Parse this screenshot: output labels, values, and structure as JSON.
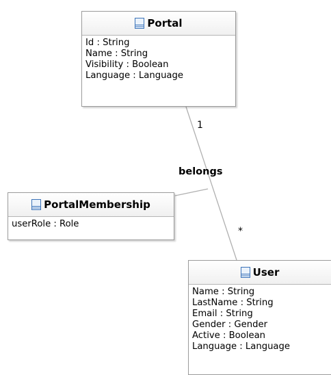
{
  "classes": {
    "portal": {
      "name": "Portal",
      "attributes": [
        "Id : String",
        "Name : String",
        "Visibility : Boolean",
        "Language : Language"
      ]
    },
    "portal_membership": {
      "name": "PortalMembership",
      "attributes": [
        "userRole : Role"
      ]
    },
    "user": {
      "name": "User",
      "attributes": [
        "Name : String",
        "LastName : String",
        "Email : String",
        "Gender : Gender",
        "Active : Boolean",
        "Language : Language"
      ]
    }
  },
  "association": {
    "name": "belongs",
    "portal_end_multiplicity": "1",
    "user_end_multiplicity": "*"
  },
  "colors": {
    "line": "#b0b0b0",
    "border": "#9a9a9a",
    "icon": "#3b73b9"
  }
}
